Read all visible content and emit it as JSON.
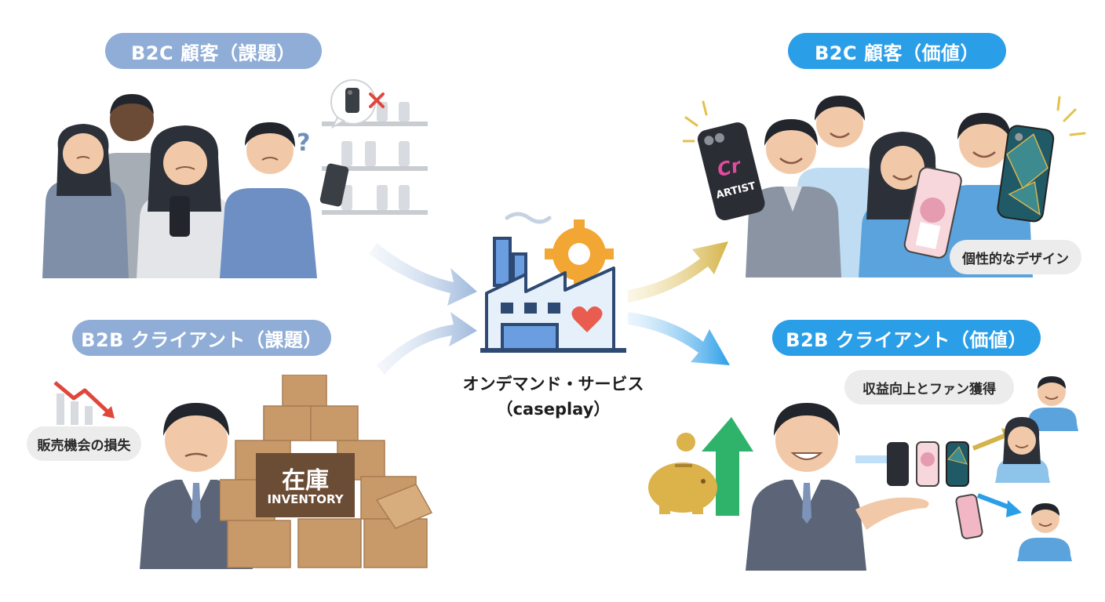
{
  "labels": {
    "b2c_problem": "B2C 顧客（課題）",
    "b2b_problem": "B2B クライアント（課題）",
    "b2c_value": "B2C 顧客（価値）",
    "b2b_value": "B2B クライアント（価値）"
  },
  "center": {
    "title": "オンデマンド・サービス",
    "subtitle": "（caseplay）"
  },
  "bubbles": {
    "lost_sales": "販売機会の損失",
    "unique_design": "個性的なデザイン",
    "revenue_fans": "収益向上とファン獲得"
  },
  "inventory": {
    "kanji": "在庫",
    "english": "INVENTORY"
  },
  "phone_case": {
    "logo": "Cr",
    "artist": "ARTIST"
  },
  "icons": [
    "question-mark-icon",
    "no-phone-case-icon",
    "factory-icon",
    "gear-icon",
    "heart-icon",
    "piggy-bank-icon",
    "growth-arrow-icon",
    "declining-chart-icon",
    "flow-arrow-icon"
  ],
  "colors": {
    "problem_pill": "#8fadd6",
    "value_pill": "#2b9ee8",
    "gold_arrow": "#d4b44a",
    "blue_arrow": "#2b9ee8",
    "green_arrow": "#2fb36b",
    "red_trend": "#e0473c"
  }
}
